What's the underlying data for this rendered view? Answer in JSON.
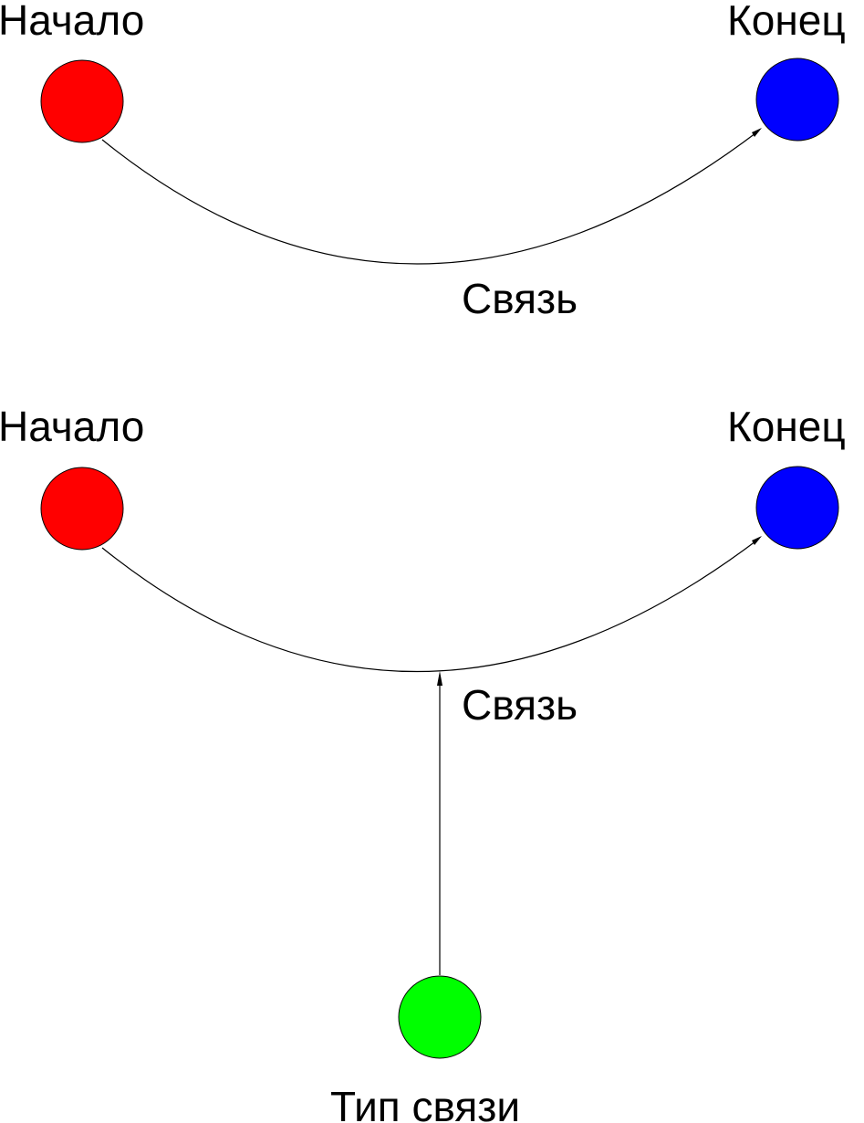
{
  "colors": {
    "start": "#ff0000",
    "end": "#0000ff",
    "type": "#00ff00"
  },
  "diagram1": {
    "start_label": "Начало",
    "end_label": "Конец",
    "edge_label": "Связь"
  },
  "diagram2": {
    "start_label": "Начало",
    "end_label": "Конец",
    "edge_label": "Связь",
    "type_label": "Тип связи"
  }
}
